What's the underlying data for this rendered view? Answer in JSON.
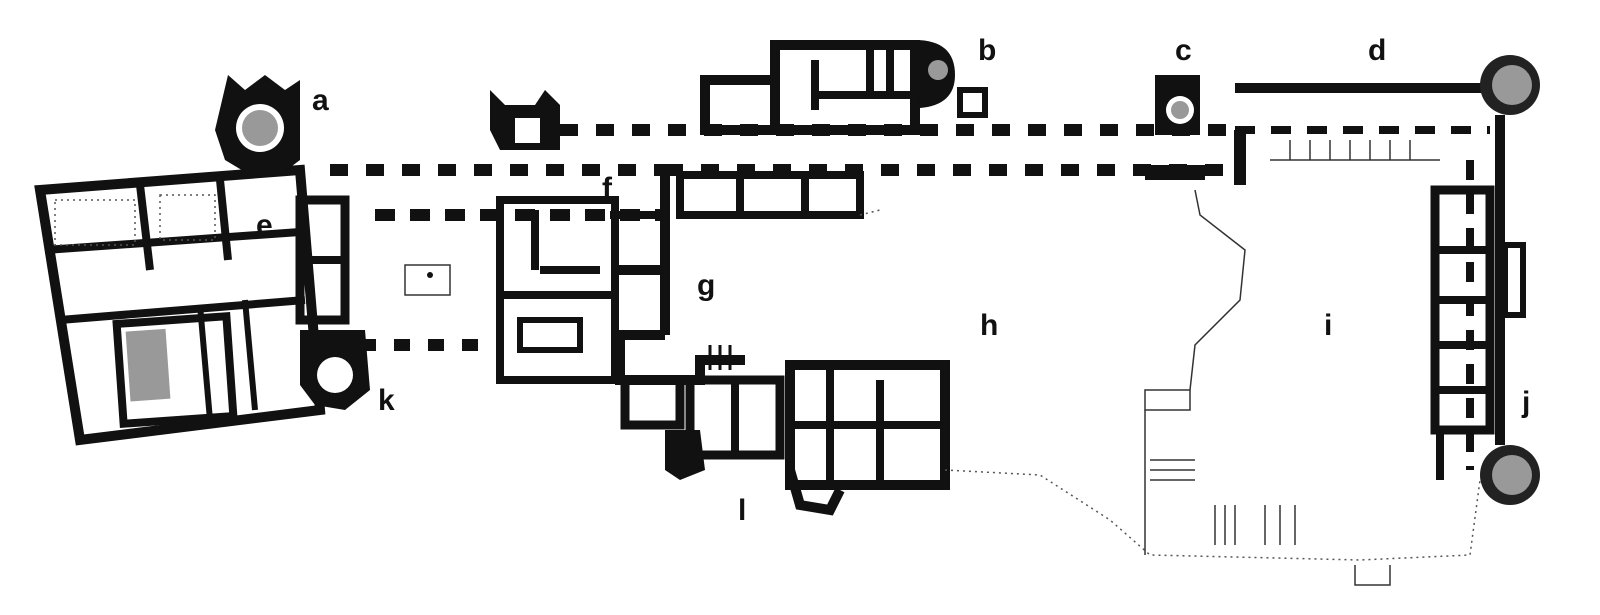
{
  "labels": {
    "a": "a",
    "b": "b",
    "c": "c",
    "d": "d",
    "e": "e",
    "f": "f",
    "g": "g",
    "h": "h",
    "i": "i",
    "j": "j",
    "k": "k",
    "l": "l"
  },
  "colors": {
    "ink": "#111111",
    "paper": "#ffffff"
  }
}
